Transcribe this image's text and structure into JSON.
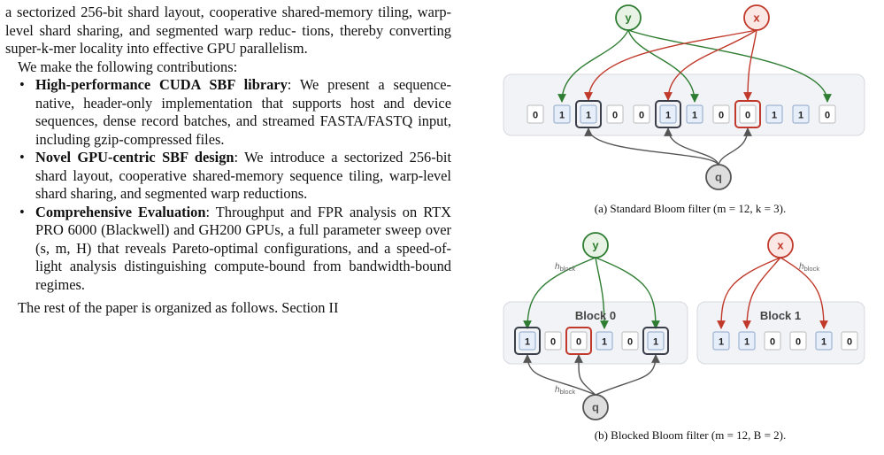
{
  "paragraphs": {
    "p1_lines": [
      "a sectorized 256-bit shard layout, cooperative shared-memory",
      "tiling, warp-level shard sharing, and segmented warp reduc-",
      "tions, thereby converting super-k-mer locality into effective",
      "GPU parallelism."
    ],
    "p2": "We make the following contributions:",
    "last": "The rest of the paper is organized as follows. Section II"
  },
  "bullets": [
    {
      "head": "High-performance CUDA SBF library",
      "body": ": We present a sequence-native, header-only implementation that supports host and device sequences, dense record batches, and streamed FASTA/FASTQ input, including gzip-compressed files."
    },
    {
      "head": "Novel GPU-centric SBF design",
      "body": ": We introduce a sectorized 256-bit shard layout, cooperative shared-memory sequence tiling, warp-level shard sharing, and segmented warp reductions."
    },
    {
      "head": "Comprehensive Evaluation",
      "body": ": Throughput and FPR analysis on RTX PRO 6000 (Blackwell) and GH200 GPUs, a full parameter sweep over (s, m, H) that reveals Pareto-optimal configurations, and a speed-of-light analysis distinguishing compute-bound from bandwidth-bound regimes."
    }
  ],
  "figure_a": {
    "bits": [
      "0",
      "1",
      "1",
      "0",
      "0",
      "1",
      "1",
      "0",
      "0",
      "1",
      "1",
      "0"
    ],
    "nodes": {
      "y": "y",
      "x": "x",
      "q": "q"
    },
    "caption": "(a) Standard Bloom filter (m = 12, k = 3)."
  },
  "figure_b": {
    "block0": {
      "label": "Block 0",
      "bits": [
        "1",
        "0",
        "0",
        "1",
        "0",
        "1"
      ]
    },
    "block1": {
      "label": "Block 1",
      "bits": [
        "1",
        "1",
        "0",
        "0",
        "1",
        "0"
      ]
    },
    "nodes": {
      "y": "y",
      "x": "x",
      "q": "q"
    },
    "hash_label": "h",
    "hash_sub": "block",
    "caption": "(b) Blocked Bloom filter (m = 12, B = 2)."
  },
  "colors": {
    "green": "#2e7d32",
    "green_fill": "#e8f3e6",
    "red": "#c0392b",
    "red_fill": "#fbe7e4",
    "gray": "#555555",
    "gray_fill": "#dedede",
    "cell_blue": "#e6eef9",
    "cell_blue_stroke": "#8ea6c8",
    "panel": "#f2f3f6",
    "panel_stroke": "#d5d8de"
  }
}
